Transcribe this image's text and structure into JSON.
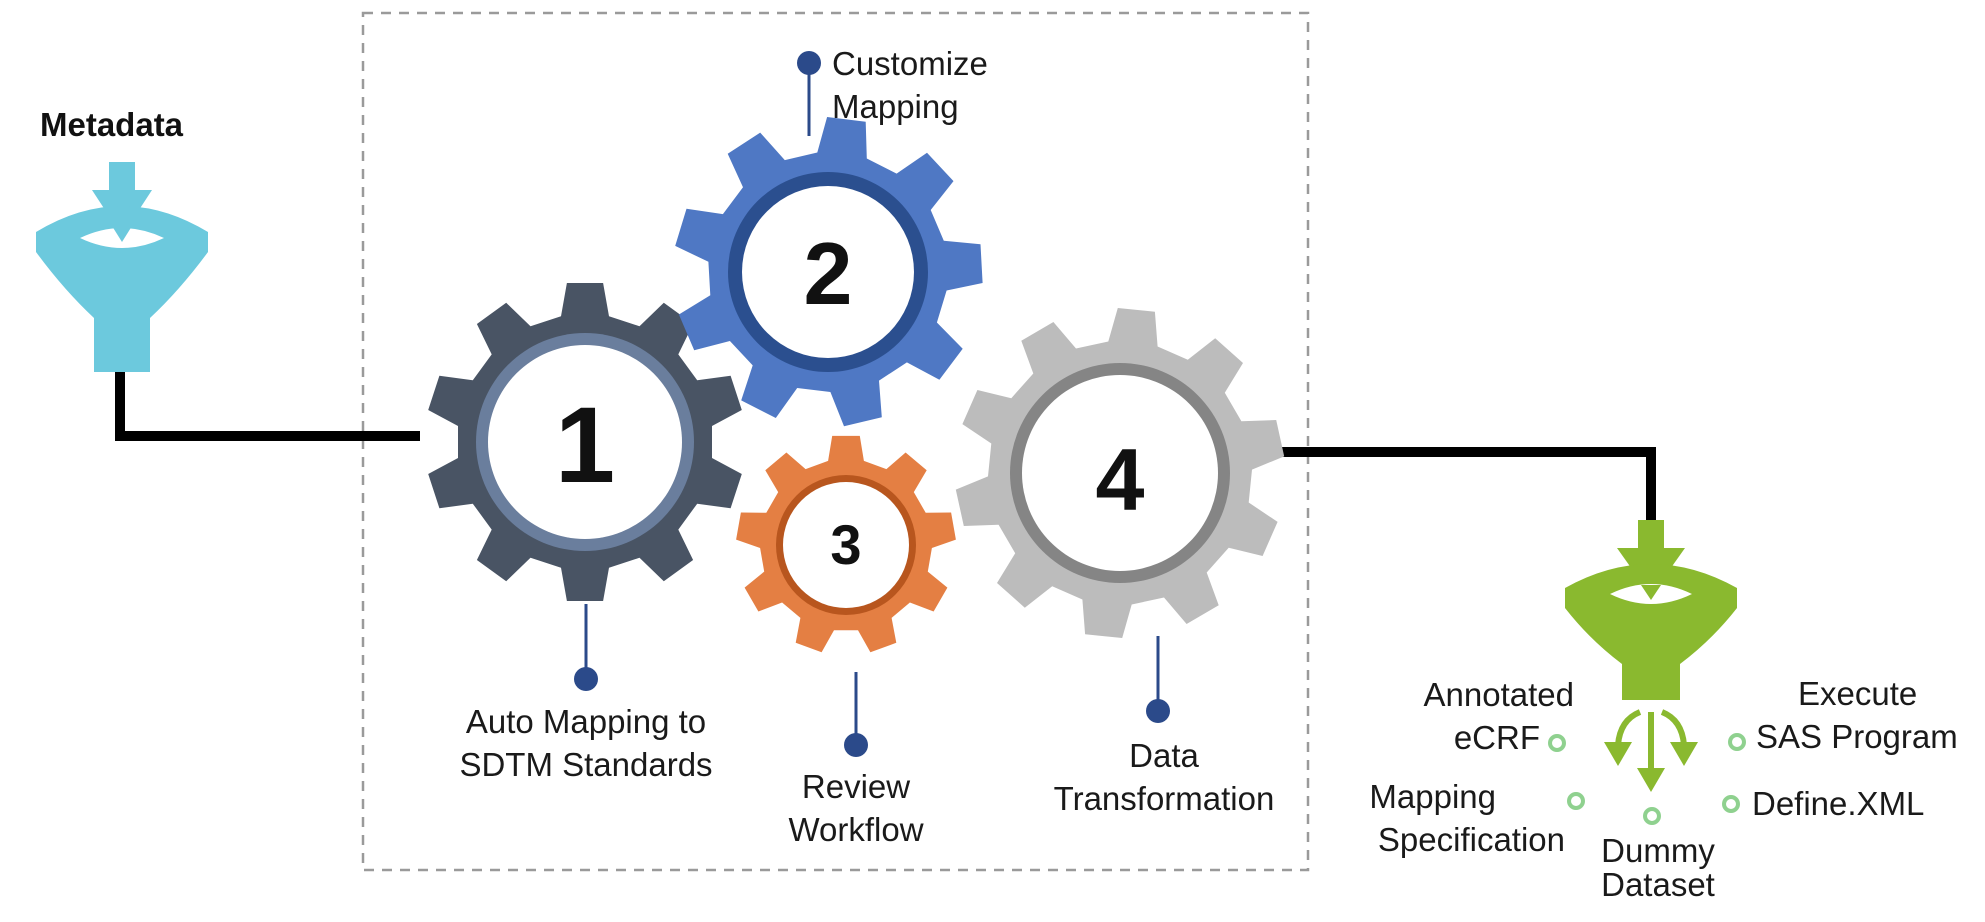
{
  "input": {
    "label": "Metadata",
    "funnel_color": "#6cc9dd"
  },
  "gears": [
    {
      "number": "1",
      "label_line1": "Auto Mapping to",
      "label_line2": "SDTM Standards",
      "color": "#495464",
      "ring_color": "#6a7e9d"
    },
    {
      "number": "2",
      "label_line1": "Customize",
      "label_line2": "Mapping",
      "color": "#4f78c4",
      "ring_color": "#2b4f8f"
    },
    {
      "number": "3",
      "label_line1": "Review",
      "label_line2": "Workflow",
      "color": "#e47f43",
      "ring_color": "#b8561e"
    },
    {
      "number": "4",
      "label_line1": "Data",
      "label_line2": "Transformation",
      "color": "#bcbcbc",
      "ring_color": "#858585"
    }
  ],
  "outputs": {
    "funnel_color": "#8ab92f",
    "annotated": [
      "Annotated",
      "eCRF"
    ],
    "mapping": [
      "Mapping",
      "Specification"
    ],
    "dummy": [
      "Dummy",
      "Dataset"
    ],
    "execute": [
      "Execute",
      "SAS Program"
    ],
    "define": "Define.XML"
  },
  "colors": {
    "pin": "#2b4a8a",
    "connector": "#000000",
    "dashed_box": "#9a9a9a",
    "output_dot": "#8fd18f"
  }
}
